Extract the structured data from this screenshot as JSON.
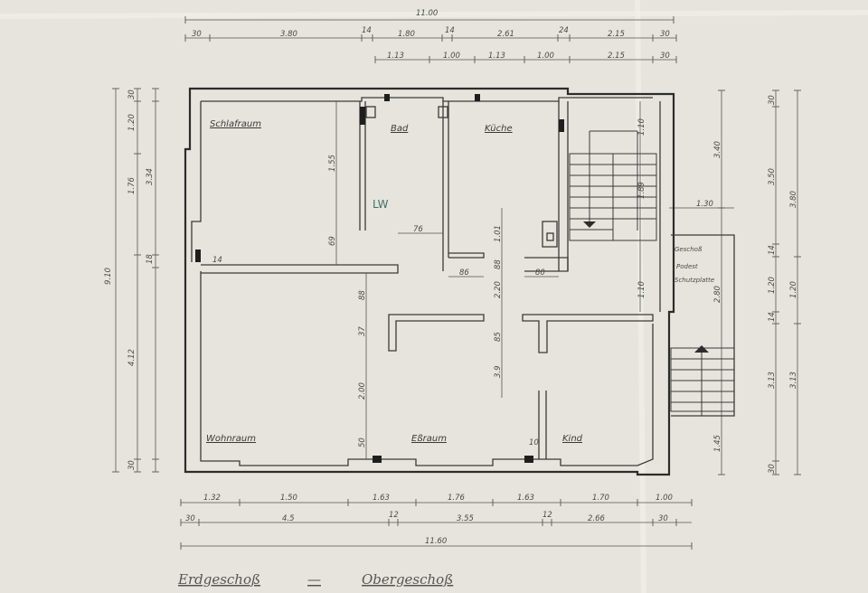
{
  "rooms": {
    "schlafraum": "Schlafraum",
    "bad": "Bad",
    "kueche": "Küche",
    "wohnraum": "Wohnraum",
    "essraum": "Eßraum",
    "kind": "Kind"
  },
  "annotations": {
    "lw": "LW",
    "stair_label_1": "Geschoß",
    "stair_label_2": "Podest",
    "stair_label_3": "Schutzplatte"
  },
  "dims_top": {
    "overall": "11.00",
    "row1": [
      "30",
      "3.80",
      "14",
      "1.80",
      "14",
      "2.61",
      "24",
      "2.15",
      "30"
    ],
    "row2": [
      "1.13",
      "1.00",
      "1.13",
      "1.00",
      "2.15",
      "30"
    ]
  },
  "dims_bottom": {
    "row1": [
      "1.32",
      "1.50",
      "1.63",
      "1.76",
      "1.63",
      "1.70",
      "1.00"
    ],
    "row2": [
      "30",
      "4.5",
      "12",
      "3.55",
      "12",
      "2.66",
      "30"
    ],
    "overall": "11.60"
  },
  "dims_left": {
    "overall": "9.10",
    "row1": [
      "30",
      "1.20",
      "1.76",
      "4.12",
      "30"
    ],
    "row2": [
      "3.34",
      "18"
    ]
  },
  "dims_right": {
    "row1": [
      "30",
      "3.50",
      "14",
      "1.20",
      "14",
      "3.13",
      "30"
    ],
    "row2": [
      "3.80",
      "1.20",
      "3.13"
    ],
    "stair_width": "1.30",
    "stair_rise": "3.40",
    "stair_run": "2.80",
    "misc": [
      "1.45"
    ]
  },
  "dims_interior": {
    "v1": "1.55",
    "v2": "69",
    "v3": "88",
    "v4": "37",
    "v5": "2.00",
    "v6": "50",
    "h1": "76",
    "h2": "86",
    "h3": "80",
    "h4": "10",
    "h5": "14",
    "kitchen_v": "1.10",
    "kitchen_v2": "1.89",
    "kitchen_v3": "1.10",
    "k1": "1.01",
    "k2": "88",
    "k3": "2.20",
    "k4": "85",
    "k5": "3.9"
  },
  "caption": {
    "left": "Erdgeschoß",
    "dash": "—",
    "right": "Obergeschoß"
  }
}
